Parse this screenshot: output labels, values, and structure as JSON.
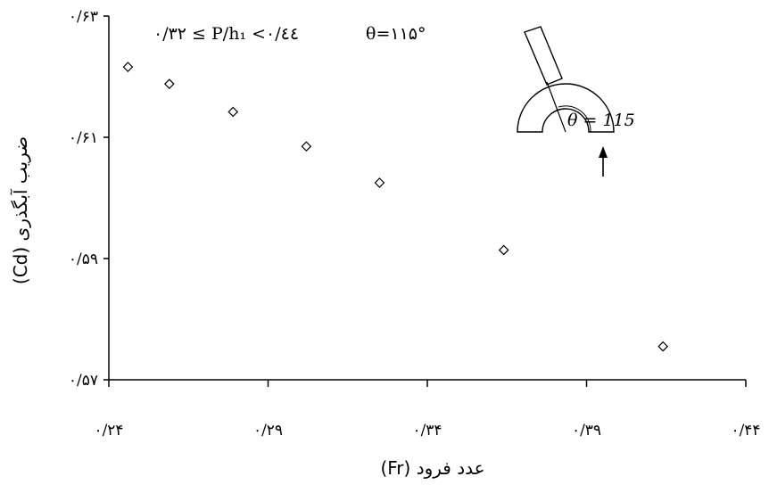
{
  "chart_data": {
    "type": "scatter",
    "xlabel": "عدد فرود (Fr)",
    "ylabel": "ضریب آبگذری (Cd)",
    "xlim": [
      0.24,
      0.44
    ],
    "ylim": [
      0.57,
      0.63
    ],
    "x_ticks": [
      {
        "value": 0.24,
        "label": "۰/۲۴"
      },
      {
        "value": 0.29,
        "label": "۰/۲۹"
      },
      {
        "value": 0.34,
        "label": "۰/۳۴"
      },
      {
        "value": 0.39,
        "label": "۰/۳۹"
      },
      {
        "value": 0.44,
        "label": "۰/۴۴"
      }
    ],
    "y_ticks": [
      {
        "value": 0.57,
        "label": "۰/۵۷"
      },
      {
        "value": 0.59,
        "label": "۰/۵۹"
      },
      {
        "value": 0.61,
        "label": "۰/۶۱"
      },
      {
        "value": 0.63,
        "label": "۰/۶۳"
      }
    ],
    "series": [
      {
        "marker": "diamond",
        "color": "#000000",
        "x": [
          0.246,
          0.259,
          0.279,
          0.302,
          0.325,
          0.364,
          0.414
        ],
        "y": [
          0.6216,
          0.6188,
          0.6142,
          0.6085,
          0.6025,
          0.5914,
          0.5755
        ]
      }
    ],
    "grid": false,
    "annotations": {
      "range_text": "۰/۳۲ ≤ P/h₁ <۰/٤٤",
      "angle_text": "θ=۱۱۵°",
      "inset_label": "θ = 115"
    }
  }
}
